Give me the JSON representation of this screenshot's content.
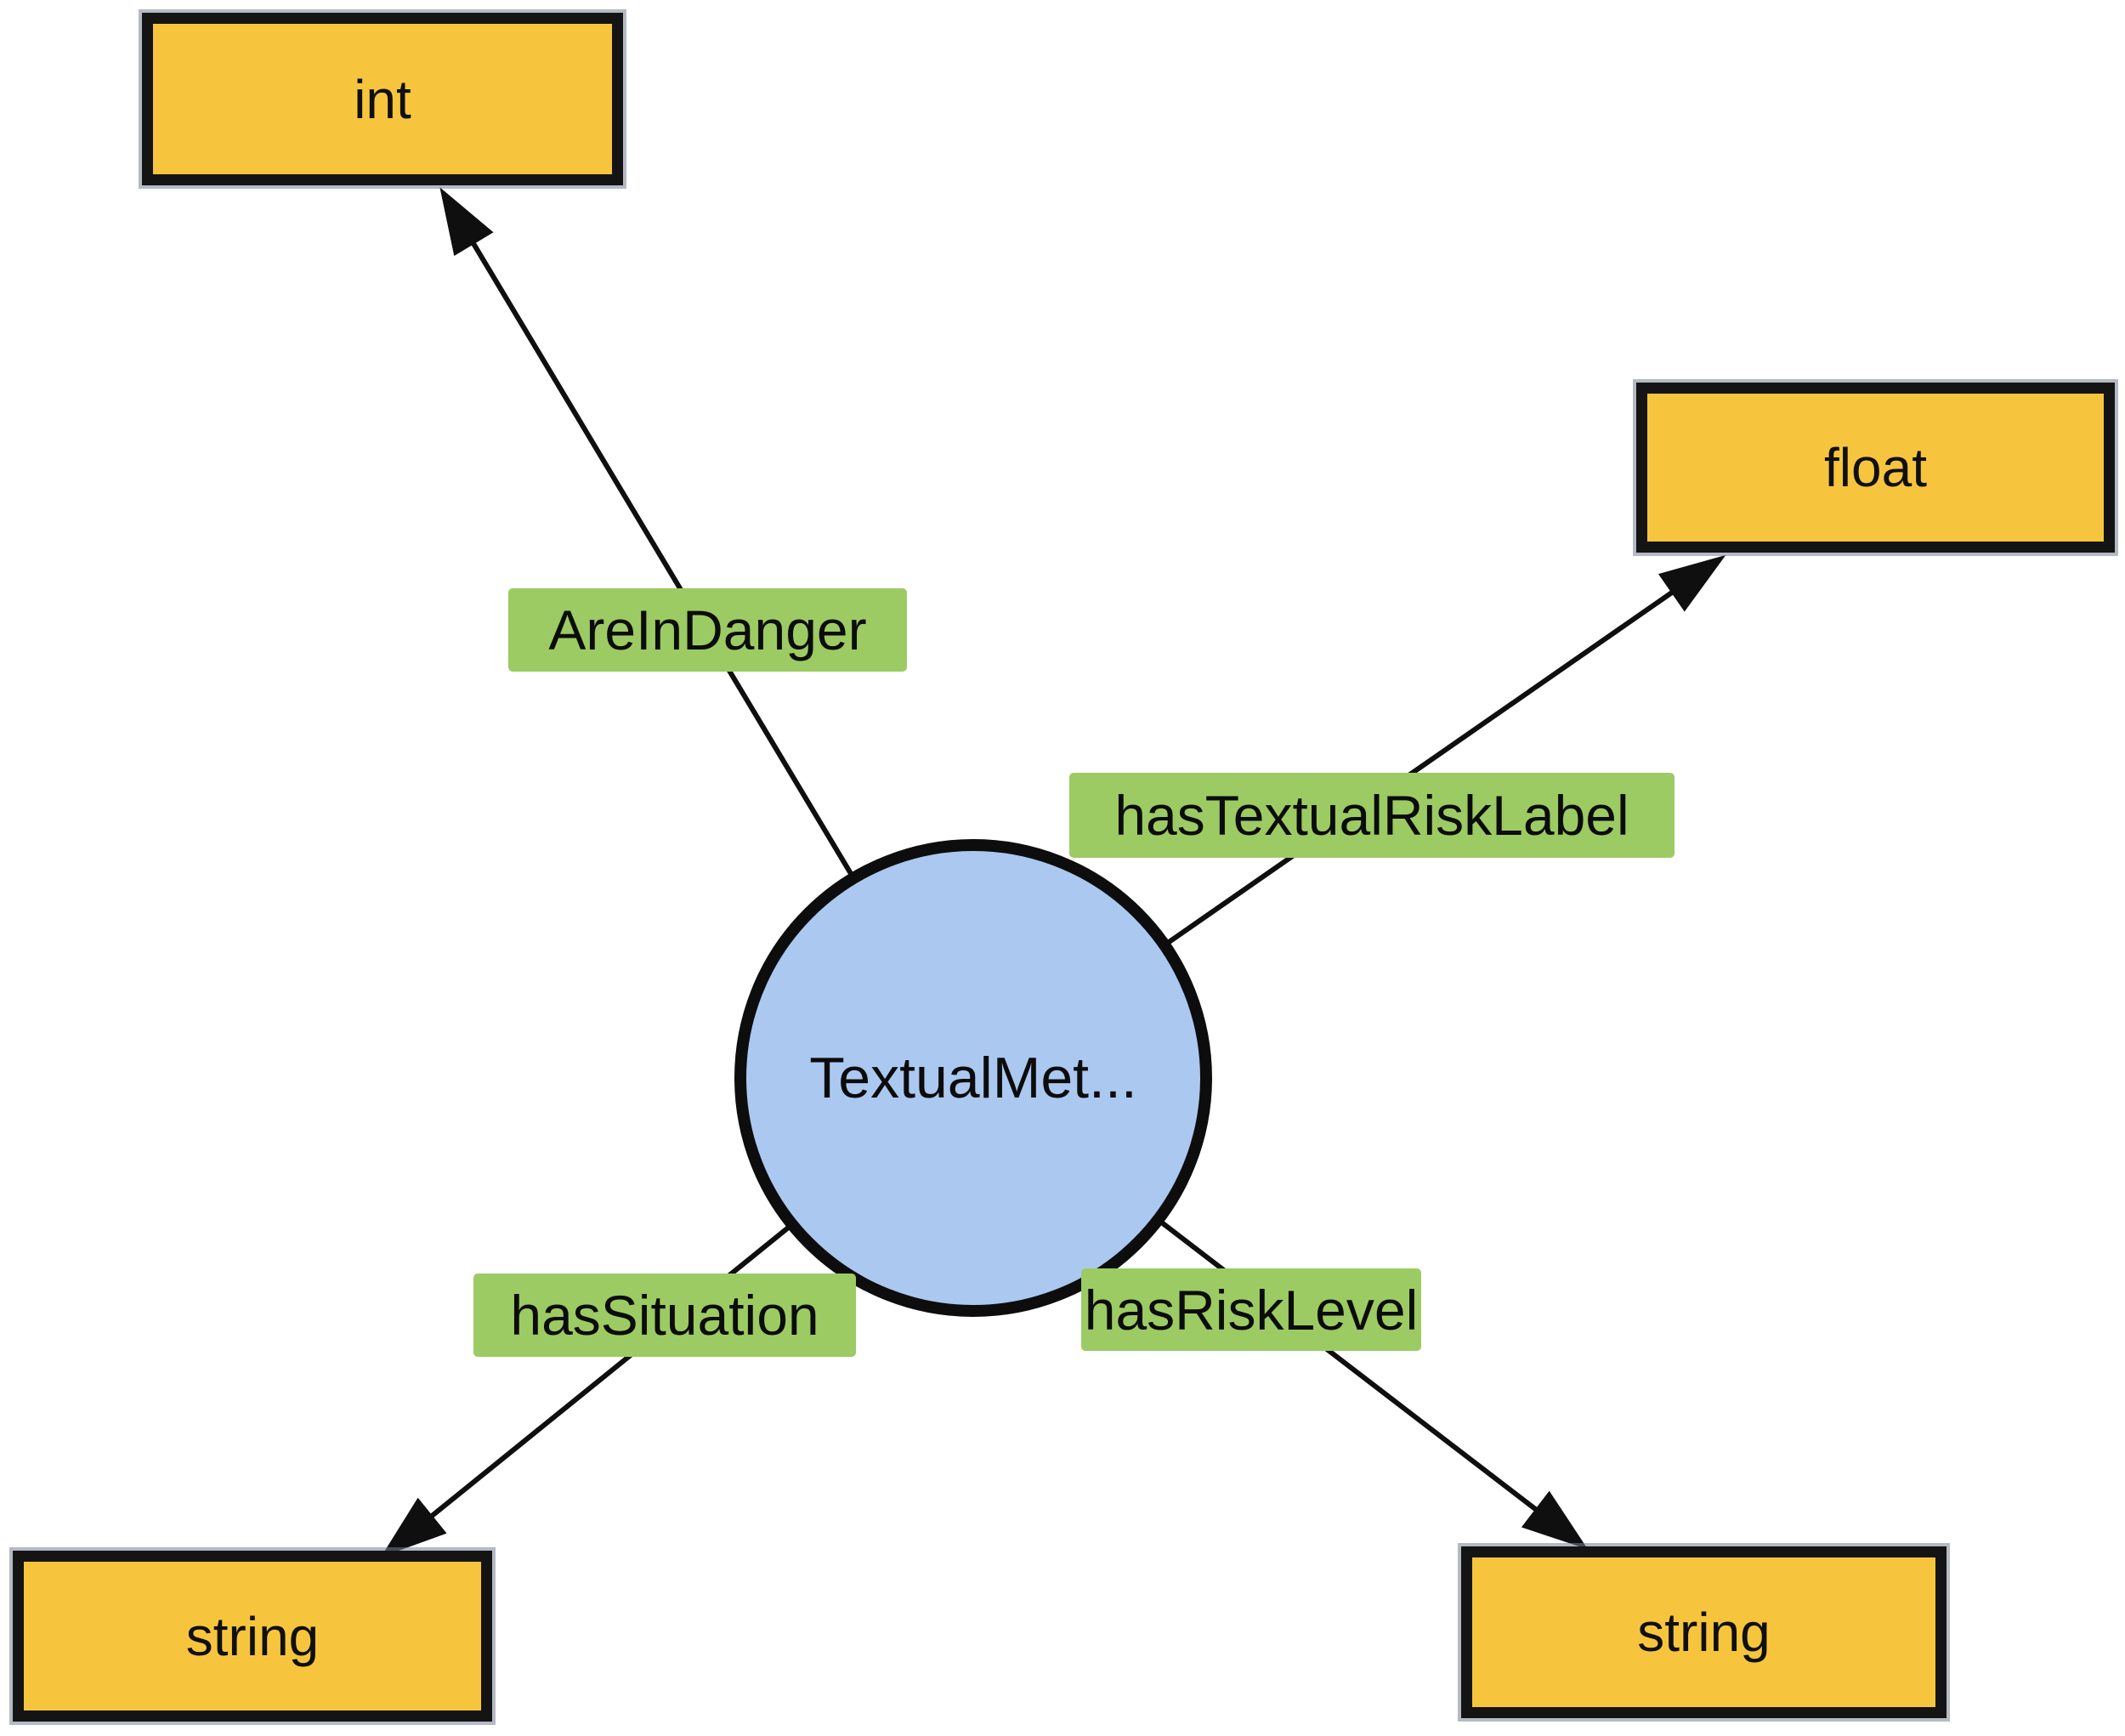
{
  "diagram": {
    "central_node": {
      "label": "TextualMet...",
      "shape": "circle"
    },
    "datatype_nodes": [
      {
        "id": "int",
        "label": "int",
        "position": "top-left"
      },
      {
        "id": "float",
        "label": "float",
        "position": "right"
      },
      {
        "id": "string_left",
        "label": "string",
        "position": "bottom-left"
      },
      {
        "id": "string_right",
        "label": "string",
        "position": "bottom-right"
      }
    ],
    "edges": [
      {
        "label": "AreInDanger",
        "source": "TextualMet...",
        "target": "int"
      },
      {
        "label": "hasTextualRiskLabel",
        "source": "TextualMet...",
        "target": "float"
      },
      {
        "label": "hasSituation",
        "source": "TextualMet...",
        "target": "string_left"
      },
      {
        "label": "hasRiskLevel",
        "source": "TextualMet...",
        "target": "string_right"
      }
    ],
    "colors": {
      "background": "#FFFFFF",
      "class_node_fill": "#ABC8F0",
      "datatype_node_fill": "#F7C53D",
      "edge_label_fill": "#9CCB63",
      "stroke": "#0F0F0F"
    }
  }
}
